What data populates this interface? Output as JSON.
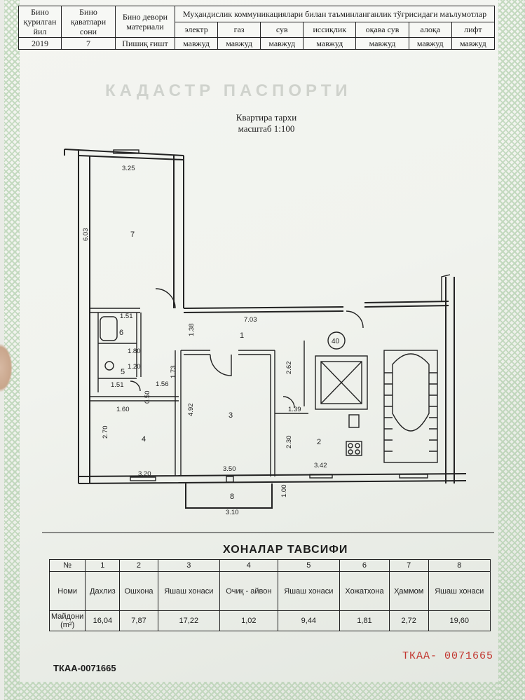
{
  "header_table": {
    "col_year": "Бино қурилган йил",
    "col_floors": "Бино қаватлари сони",
    "col_material": "Бино девори материали",
    "col_utilities": "Муҳандислик коммуникациялари билан таъминланганлик тўғрисидаги маълумотлар",
    "utilities": [
      "электр",
      "газ",
      "сув",
      "иссиқлик",
      "оқава сув",
      "алоқа",
      "лифт"
    ],
    "year": "2019",
    "floors": "7",
    "material": "Пишиқ ғишт",
    "utility_values": [
      "мавжуд",
      "мавжуд",
      "мавжуд",
      "мавжуд",
      "мавжуд",
      "мавжуд",
      "мавжуд"
    ]
  },
  "background_title": "КАДАСТР ПАСПОРТИ",
  "plan": {
    "title": "Квартира тархи",
    "scale": "масштаб 1:100",
    "dimensions": [
      "3.25",
      "6.03",
      "7.03",
      "1.51",
      "1.80",
      "1.38",
      "1.73",
      "1.20",
      "1.51",
      "1.56",
      "0.50",
      "1.60",
      "2.70",
      "3.20",
      "4.92",
      "3.50",
      "2.62",
      "1.39",
      "2.30",
      "3.42",
      "1.00",
      "3.10"
    ],
    "room_numbers": [
      "7",
      "6",
      "1",
      "5",
      "3",
      "4",
      "2",
      "8"
    ],
    "apartment_number": "40"
  },
  "rooms_section": {
    "title": "ХОНАЛАР ТАВСИФИ",
    "row_labels": [
      "№",
      "Номи",
      "Майдони (m²)"
    ],
    "numbers": [
      "1",
      "2",
      "3",
      "4",
      "5",
      "6",
      "7",
      "8"
    ],
    "names": [
      "Дахлиз",
      "Ошхона",
      "Яшаш хонаси",
      "Очиқ - айвон",
      "Яшаш хонаси",
      "Хожатхона",
      "Ҳаммом",
      "Яшаш хонаси"
    ],
    "areas": [
      "16,04",
      "7,87",
      "17,22",
      "1,02",
      "9,44",
      "1,81",
      "2,72",
      "19,60"
    ]
  },
  "serial": {
    "left": "ТКАА-0071665",
    "right": "ТКАА- 0071665"
  },
  "colors": {
    "serial_red": "#c2362f",
    "border_green": "#9fc59a"
  }
}
